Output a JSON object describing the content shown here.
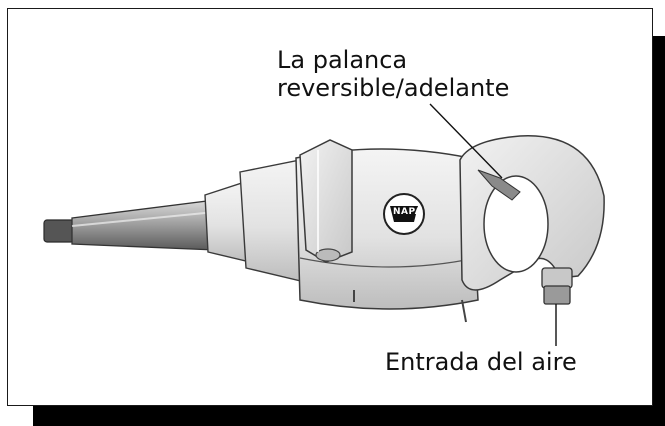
{
  "callouts": {
    "lever": {
      "line1": "La palanca",
      "line2": "reversible/adelante"
    },
    "air_inlet": "Entrada del aire"
  },
  "tool": {
    "badge_text": "NAPA",
    "icon": "impact-wrench-illustration"
  },
  "colors": {
    "frame_shadow": "#000000",
    "panel_border": "#1a1a1a",
    "tool_body": "#e6e6e6",
    "tool_outline": "#3a3a3a"
  }
}
